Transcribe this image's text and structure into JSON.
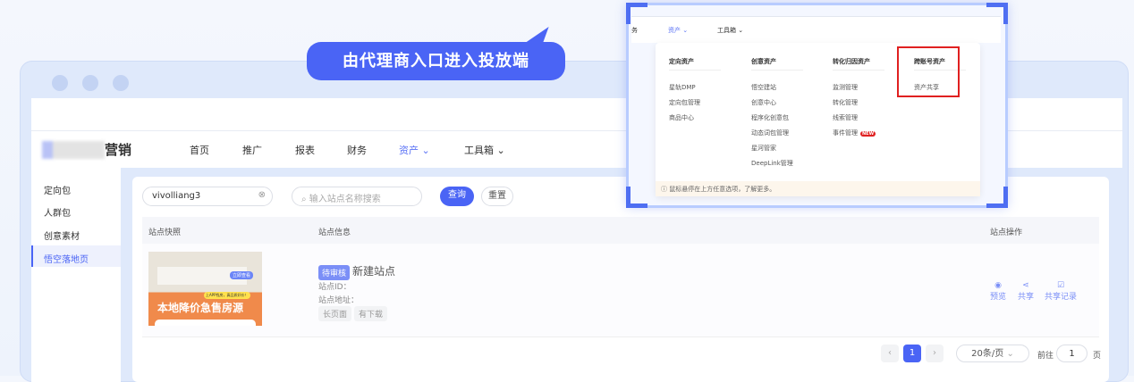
{
  "callout": "由代理商入口进入投放端",
  "header": {
    "logo_text": "营销",
    "nav": [
      "首页",
      "推广",
      "报表",
      "财务",
      "资产",
      "工具箱"
    ],
    "active": "资产"
  },
  "sidebar": [
    "定向包",
    "人群包",
    "创意素材",
    "悟空落地页"
  ],
  "filters": {
    "account_value": "vivolliang3",
    "search_placeholder": "输入站点名称搜索",
    "query": "查询",
    "reset": "重置"
  },
  "table": {
    "columns": [
      "站点快照",
      "站点信息",
      "站点操作"
    ],
    "rows": [
      {
        "thumb_text": "本地降价急售房源",
        "thumb_badge": "上APP找房，真品质好价！",
        "thumb_btn": "立即查看",
        "status": "待审核",
        "name": "新建站点",
        "id_label": "站点ID：",
        "url_label": "站点地址：",
        "tags": [
          "长页面",
          "有下载"
        ],
        "actions": [
          "预览",
          "共享",
          "共享记录"
        ]
      }
    ]
  },
  "pagination": {
    "current": "1",
    "page_size": "20条/页",
    "goto_label": "前往",
    "goto_value": "1",
    "page_suffix": "页"
  },
  "popup": {
    "nav": [
      "务",
      "资产",
      "工具箱"
    ],
    "columns": [
      {
        "title": "定向资产",
        "items": [
          "星轨DMP",
          "定向包管理",
          "商品中心"
        ]
      },
      {
        "title": "创意资产",
        "items": [
          "悟空建站",
          "创意中心",
          "程序化创意包",
          "动态词包管理",
          "星河管家",
          "DeepLink管理"
        ]
      },
      {
        "title": "转化归因资产",
        "items": [
          "监测管理",
          "转化管理",
          "线索管理",
          "事件管理"
        ],
        "badge": "NEW"
      },
      {
        "title": "跨账号资产",
        "items": [
          "资产共享"
        ]
      }
    ],
    "tip": "ⓘ 鼠标悬停在上方任意选项，了解更多。"
  },
  "colors": {
    "accent": "#4a64f5",
    "highlight_box": "#e02020",
    "badge": "#e02020"
  }
}
